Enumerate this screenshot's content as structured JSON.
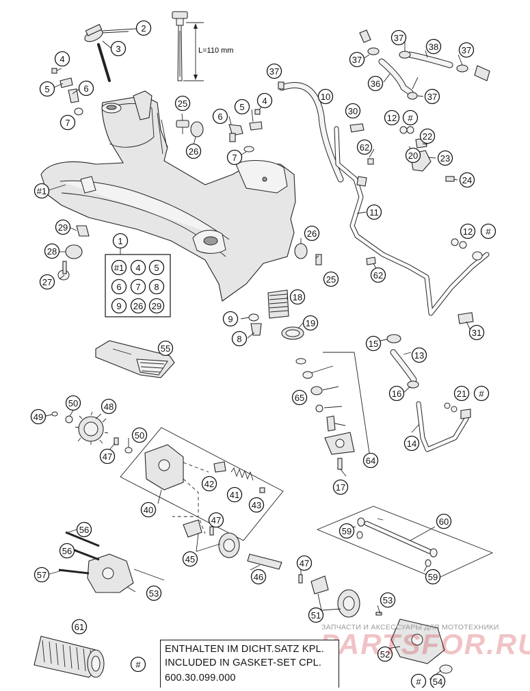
{
  "diagram": {
    "dipstick_length_label": "L=110 mm",
    "kit": {
      "number": "1",
      "contents": [
        "#1",
        "4",
        "5",
        "6",
        "7",
        "8",
        "9",
        "26",
        "29"
      ]
    },
    "callouts": [
      {
        "id": "c-2",
        "label": "2"
      },
      {
        "id": "c-3",
        "label": "3"
      },
      {
        "id": "c-4a",
        "label": "4"
      },
      {
        "id": "c-5a",
        "label": "5"
      },
      {
        "id": "c-6a",
        "label": "6"
      },
      {
        "id": "c-7a",
        "label": "7"
      },
      {
        "id": "c-25a",
        "label": "25"
      },
      {
        "id": "c-26a",
        "label": "26"
      },
      {
        "id": "c-6b",
        "label": "6"
      },
      {
        "id": "c-5b",
        "label": "5"
      },
      {
        "id": "c-4b",
        "label": "4"
      },
      {
        "id": "c-7b",
        "label": "7"
      },
      {
        "id": "c-h1",
        "label": "#1"
      },
      {
        "id": "c-29",
        "label": "29"
      },
      {
        "id": "c-28",
        "label": "28"
      },
      {
        "id": "c-27",
        "label": "27"
      },
      {
        "id": "c-26b",
        "label": "26"
      },
      {
        "id": "c-25b",
        "label": "25"
      },
      {
        "id": "c-18",
        "label": "18"
      },
      {
        "id": "c-19",
        "label": "19"
      },
      {
        "id": "c-9",
        "label": "9"
      },
      {
        "id": "c-8",
        "label": "8"
      },
      {
        "id": "c-37a",
        "label": "37"
      },
      {
        "id": "c-10",
        "label": "10"
      },
      {
        "id": "c-30",
        "label": "30"
      },
      {
        "id": "c-12a",
        "label": "12"
      },
      {
        "id": "c-hash-a",
        "label": "#"
      },
      {
        "id": "c-62a",
        "label": "62"
      },
      {
        "id": "c-20",
        "label": "20"
      },
      {
        "id": "c-22",
        "label": "22"
      },
      {
        "id": "c-23",
        "label": "23"
      },
      {
        "id": "c-24",
        "label": "24"
      },
      {
        "id": "c-11",
        "label": "11"
      },
      {
        "id": "c-12b",
        "label": "12"
      },
      {
        "id": "c-hash-b",
        "label": "#"
      },
      {
        "id": "c-62b",
        "label": "62"
      },
      {
        "id": "c-31",
        "label": "31"
      },
      {
        "id": "c-37b",
        "label": "37"
      },
      {
        "id": "c-37c",
        "label": "37"
      },
      {
        "id": "c-38",
        "label": "38"
      },
      {
        "id": "c-37d",
        "label": "37"
      },
      {
        "id": "c-36",
        "label": "36"
      },
      {
        "id": "c-37e",
        "label": "37"
      },
      {
        "id": "c-15",
        "label": "15"
      },
      {
        "id": "c-13",
        "label": "13"
      },
      {
        "id": "c-16",
        "label": "16"
      },
      {
        "id": "c-21",
        "label": "21"
      },
      {
        "id": "c-hash-c",
        "label": "#"
      },
      {
        "id": "c-14",
        "label": "14"
      },
      {
        "id": "c-55",
        "label": "55"
      },
      {
        "id": "c-65",
        "label": "65"
      },
      {
        "id": "c-64",
        "label": "64"
      },
      {
        "id": "c-17",
        "label": "17"
      },
      {
        "id": "c-49",
        "label": "49"
      },
      {
        "id": "c-50a",
        "label": "50"
      },
      {
        "id": "c-48",
        "label": "48"
      },
      {
        "id": "c-50b",
        "label": "50"
      },
      {
        "id": "c-47a",
        "label": "47"
      },
      {
        "id": "c-42",
        "label": "42"
      },
      {
        "id": "c-41",
        "label": "41"
      },
      {
        "id": "c-43",
        "label": "43"
      },
      {
        "id": "c-40",
        "label": "40"
      },
      {
        "id": "c-47b",
        "label": "47"
      },
      {
        "id": "c-45",
        "label": "45"
      },
      {
        "id": "c-46",
        "label": "46"
      },
      {
        "id": "c-47c",
        "label": "47"
      },
      {
        "id": "c-56a",
        "label": "56"
      },
      {
        "id": "c-56b",
        "label": "56"
      },
      {
        "id": "c-57",
        "label": "57"
      },
      {
        "id": "c-53a",
        "label": "53"
      },
      {
        "id": "c-60",
        "label": "60"
      },
      {
        "id": "c-59a",
        "label": "59"
      },
      {
        "id": "c-59b",
        "label": "59"
      },
      {
        "id": "c-53b",
        "label": "53"
      },
      {
        "id": "c-51",
        "label": "51"
      },
      {
        "id": "c-52",
        "label": "52"
      },
      {
        "id": "c-61",
        "label": "61"
      },
      {
        "id": "c-hash-d",
        "label": "#"
      },
      {
        "id": "c-hash-e",
        "label": "#"
      },
      {
        "id": "c-54",
        "label": "54"
      }
    ]
  },
  "note": {
    "line1": "ENTHALTEN IM DICHT.SATZ KPL.",
    "line2": "INCLUDED IN GASKET-SET CPL.",
    "line3": "600.30.099.000"
  },
  "watermark": {
    "subtitle": "ЗАПЧАСТИ И АКСЕССУАРЫ ДЛЯ МОТОТЕХНИКИ",
    "logo": "PARTSFOR.RU"
  }
}
